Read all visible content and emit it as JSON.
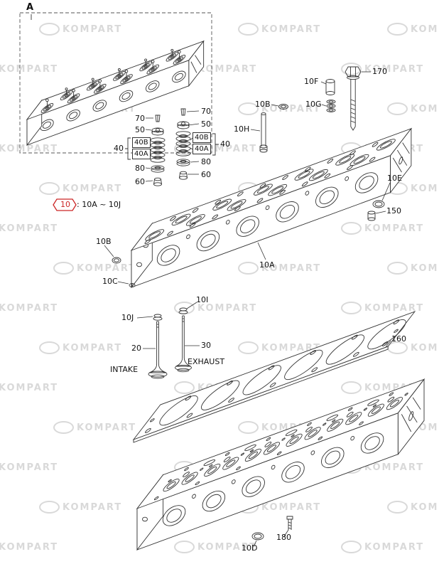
{
  "watermark": {
    "text": "KOMPART"
  },
  "detail": {
    "label": "A"
  },
  "callout": {
    "number": "10",
    "range": ": 10A ~ 10J"
  },
  "labels": {
    "20": "20",
    "30": "30",
    "40": "40",
    "40A": "40A",
    "40B": "40B",
    "50": "50",
    "60": "60",
    "70": "70",
    "80": "80",
    "150": "150",
    "160": "160",
    "170": "170",
    "180": "180",
    "10A": "10A",
    "10B": "10B",
    "10C": "10C",
    "10D": "10D",
    "10E": "10E",
    "10F": "10F",
    "10G": "10G",
    "10H": "10H",
    "10I": "10I",
    "10J": "10J",
    "intake": "INTAKE",
    "exhaust": "EXHAUST"
  }
}
